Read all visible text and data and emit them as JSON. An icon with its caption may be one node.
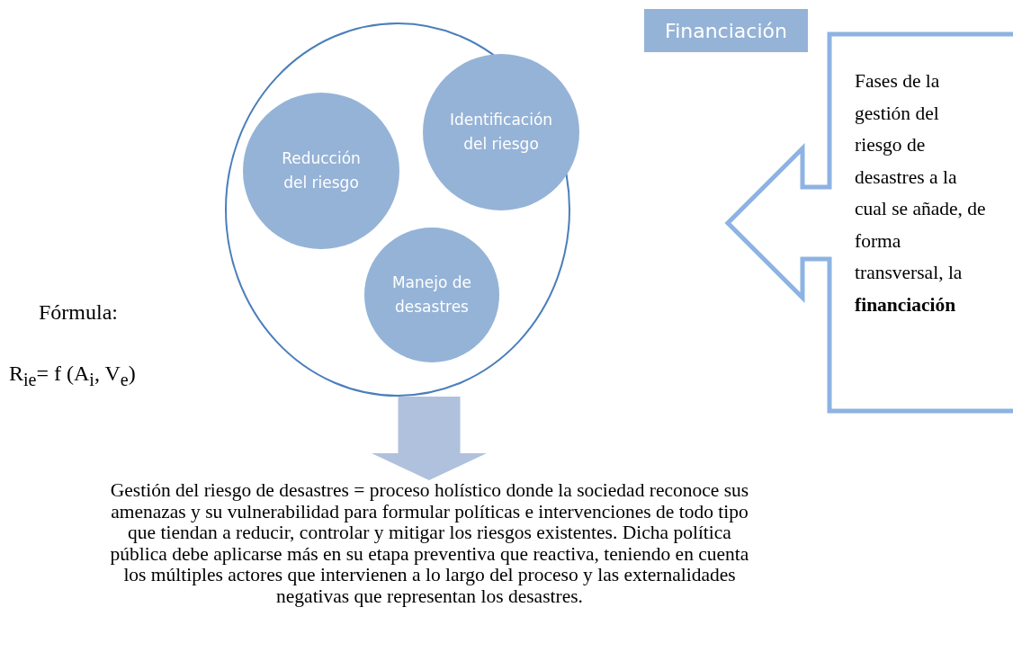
{
  "diagram": {
    "nodes": [
      {
        "text": [],
        "shape": "ellipse"
      },
      {
        "text": [
          "Reducción del riesgo"
        ],
        "in": 0
      },
      {
        "text": [
          "Identificación del riesgo"
        ],
        "in": 0
      },
      {
        "text": [
          "Manejo de desastres"
        ],
        "in": 0
      },
      {
        "text": [
          "Financiación"
        ]
      },
      {
        "text": [
          "Fases de la gestión del riesgo de desastres a la cual se añade, de forma transversal, la **financiación**"
        ]
      },
      {
        "text": [
          "Gestión del riesgo de desastres = proceso holístico donde la sociedad reconoce  sus amenazas y su vulnerabilidad para formular políticas e intervenciones de todo tipo que tiendan a reducir, controlar y mitigar los riesgos existentes. Dicha política pública debe aplicarse más en su etapa preventiva que reactiva, teniendo en cuenta los múltiples actores que intervienen a lo largo del proceso y las externalidades negativas que representan los desastres."
        ]
      }
    ],
    "edges": [
      {
        "from": 0,
        "to": 6,
        "arrow": "to",
        "color": "#b0c1dd"
      }
    ],
    "labels": [
      "Fórmula:",
      "R$_{ie}$= f (A$_{i}$, V$_{e}$)"
    ]
  }
}
